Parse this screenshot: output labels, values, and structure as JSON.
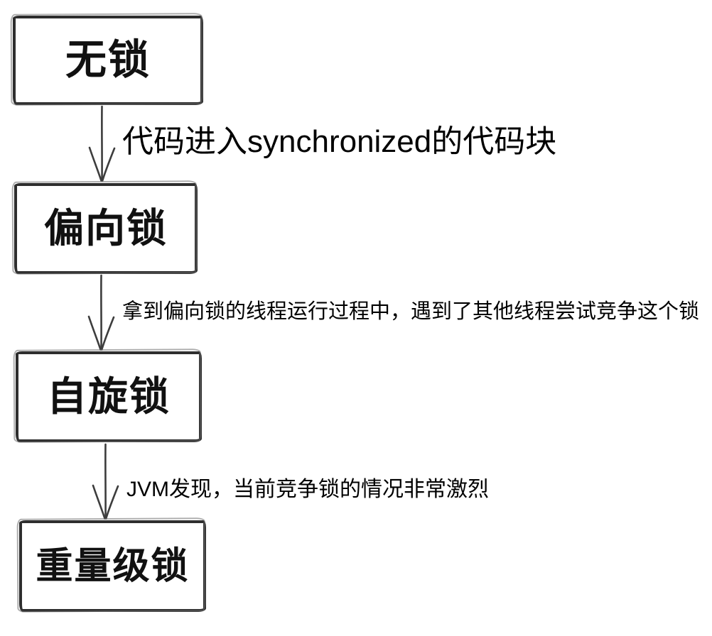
{
  "diagram": {
    "type": "flowchart",
    "background_color": "#ffffff",
    "stroke_color": "#2e2e2e",
    "text_color": "#0f0f0f",
    "nodes": [
      {
        "id": "no-lock",
        "label": "无锁"
      },
      {
        "id": "biased-lock",
        "label": "偏向锁"
      },
      {
        "id": "spin-lock",
        "label": "自旋锁"
      },
      {
        "id": "heavyweight-lock",
        "label": "重量级锁"
      }
    ],
    "edges": [
      {
        "from": "no-lock",
        "to": "biased-lock",
        "arrow_icon": "down-arrow-icon",
        "label": "代码进入synchronized的代码块"
      },
      {
        "from": "biased-lock",
        "to": "spin-lock",
        "arrow_icon": "down-arrow-icon",
        "label": "拿到偏向锁的线程运行过程中，遇到了其他线程尝试竞争这个锁"
      },
      {
        "from": "spin-lock",
        "to": "heavyweight-lock",
        "arrow_icon": "down-arrow-icon",
        "label": "JVM发现，当前竞争锁的情况非常激烈"
      }
    ]
  }
}
